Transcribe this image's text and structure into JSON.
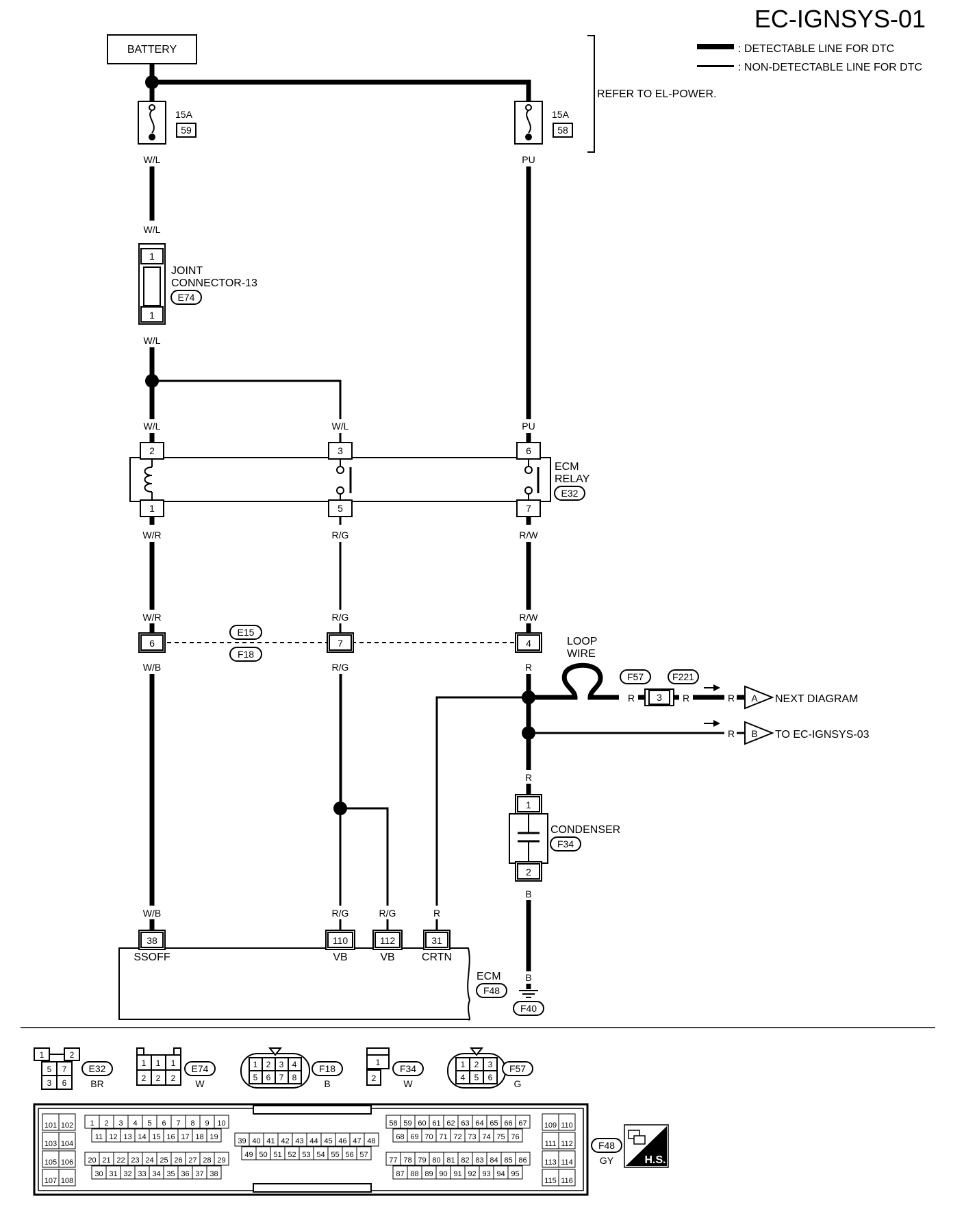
{
  "page_id": "EC-IGNSYS-01",
  "legend": {
    "detectable": ": DETECTABLE LINE FOR DTC",
    "non_detectable": ": NON-DETECTABLE LINE FOR DTC"
  },
  "battery": "BATTERY",
  "refer": "REFER TO EL-POWER.",
  "fuses": [
    {
      "amp": "15A",
      "num": "59",
      "wire": "W/L"
    },
    {
      "amp": "15A",
      "num": "58",
      "wire": "PU"
    }
  ],
  "joint_connector": {
    "wire_top": "W/L",
    "pin_top": "1",
    "line1": "JOINT",
    "line2": "CONNECTOR-13",
    "conn": "E74",
    "pin_bottom": "1",
    "wire_bottom": "W/L"
  },
  "ecm_relay": {
    "label1": "ECM",
    "label2": "RELAY",
    "conn": "E32",
    "top_wires": [
      "W/L",
      "W/L",
      "PU"
    ],
    "top_pins": [
      "2",
      "3",
      "6"
    ],
    "bottom_pins": [
      "1",
      "5",
      "7"
    ],
    "bottom_wires": [
      "W/R",
      "R/G",
      "R/W"
    ]
  },
  "harness_connector": {
    "conn_top": "E15",
    "conn_bottom": "F18",
    "top_wires": [
      "W/R",
      "R/G",
      "R/W"
    ],
    "pins": [
      "6",
      "7",
      "4"
    ],
    "bottom_wires": [
      "W/B",
      "R/G",
      "R"
    ]
  },
  "loop_wire": {
    "line1": "LOOP",
    "line2": "WIRE"
  },
  "loop_connector": {
    "conn1": "F57",
    "conn2": "F221",
    "pin": "3",
    "wire_in": "R",
    "wire_out": "R"
  },
  "next_diagram": {
    "wire": "R",
    "letter": "A",
    "label": "NEXT DIAGRAM"
  },
  "to_ignsys03": {
    "wire": "R",
    "letter": "B",
    "label": "TO EC-IGNSYS-03"
  },
  "condenser": {
    "wire_top": "R",
    "pin_top": "1",
    "label": "CONDENSER",
    "conn": "F34",
    "pin_bottom": "2",
    "wire_bottom": "B"
  },
  "ground": {
    "wire": "B",
    "conn": "F40"
  },
  "ecm": {
    "label": "ECM",
    "conn": "F48",
    "terminals": [
      {
        "wire": "W/B",
        "pin": "38",
        "name": "SSOFF"
      },
      {
        "wire": "R/G",
        "pin": "110",
        "name": "VB"
      },
      {
        "wire": "R/G",
        "pin": "112",
        "name": "VB"
      },
      {
        "wire": "R",
        "pin": "31",
        "name": "CRTN"
      }
    ]
  },
  "connector_views": [
    {
      "conn": "E32",
      "color": "BR"
    },
    {
      "conn": "E74",
      "color": "W"
    },
    {
      "conn": "F18",
      "color": "B"
    },
    {
      "conn": "F34",
      "color": "W"
    },
    {
      "conn": "F57",
      "color": "G"
    },
    {
      "conn": "F48",
      "color": "GY"
    }
  ],
  "e32_pins": [
    "1",
    "2",
    "5",
    "7",
    "3",
    "6"
  ],
  "e74_pins": [
    "1",
    "1",
    "1",
    "2",
    "2",
    "2"
  ],
  "f18_pins": [
    "1",
    "2",
    "3",
    "4",
    "5",
    "6",
    "7",
    "8"
  ],
  "f34_pins": [
    "1",
    "2"
  ],
  "f57_pins": [
    "1",
    "2",
    "3",
    "4",
    "5",
    "6"
  ],
  "hs_label": "H.S."
}
